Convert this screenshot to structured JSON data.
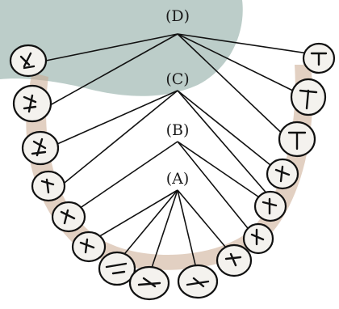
{
  "labels": {
    "a": "(A)",
    "b": "(B)",
    "c": "(C)",
    "d": "(D)"
  },
  "colors": {
    "shade": "#bccdc9",
    "gum": "#caa98f",
    "line": "#111111",
    "tooth_fill": "#f4f2ee",
    "tooth_stroke": "#111111"
  }
}
